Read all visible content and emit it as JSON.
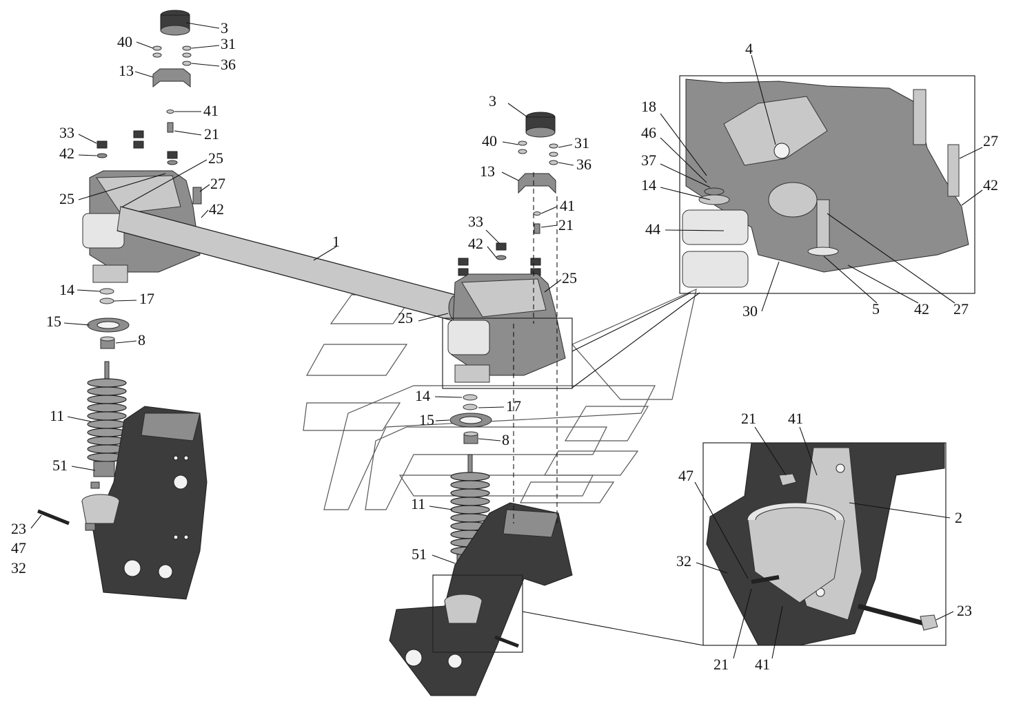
{
  "callouts": [
    {
      "id": "c-3-top",
      "text": "3"
    },
    {
      "id": "c-40-top",
      "text": "40"
    },
    {
      "id": "c-31-top",
      "text": "31"
    },
    {
      "id": "c-36-top",
      "text": "36"
    },
    {
      "id": "c-13-top",
      "text": "13"
    },
    {
      "id": "c-41-top",
      "text": "41"
    },
    {
      "id": "c-21-top",
      "text": "21"
    },
    {
      "id": "c-33-left",
      "text": "33"
    },
    {
      "id": "c-42-left",
      "text": "42"
    },
    {
      "id": "c-25-left-a",
      "text": "25"
    },
    {
      "id": "c-25-left-b",
      "text": "25"
    },
    {
      "id": "c-27-left",
      "text": "27"
    },
    {
      "id": "c-42-left-b",
      "text": "42"
    },
    {
      "id": "c-1",
      "text": "1"
    },
    {
      "id": "c-14-left",
      "text": "14"
    },
    {
      "id": "c-17-left",
      "text": "17"
    },
    {
      "id": "c-15-left",
      "text": "15"
    },
    {
      "id": "c-8-left",
      "text": "8"
    },
    {
      "id": "c-11-left",
      "text": "11"
    },
    {
      "id": "c-51-left",
      "text": "51"
    },
    {
      "id": "c-23-left",
      "text": "23"
    },
    {
      "id": "c-47-left",
      "text": "47"
    },
    {
      "id": "c-32-left",
      "text": "32"
    },
    {
      "id": "c-3-mid",
      "text": "3"
    },
    {
      "id": "c-40-mid",
      "text": "40"
    },
    {
      "id": "c-31-mid",
      "text": "31"
    },
    {
      "id": "c-13-mid",
      "text": "13"
    },
    {
      "id": "c-36-mid",
      "text": "36"
    },
    {
      "id": "c-41-mid",
      "text": "41"
    },
    {
      "id": "c-21-mid",
      "text": "21"
    },
    {
      "id": "c-33-mid",
      "text": "33"
    },
    {
      "id": "c-42-mid",
      "text": "42"
    },
    {
      "id": "c-25-mid-a",
      "text": "25"
    },
    {
      "id": "c-25-mid-b",
      "text": "25"
    },
    {
      "id": "c-14-mid",
      "text": "14"
    },
    {
      "id": "c-17-mid",
      "text": "17"
    },
    {
      "id": "c-15-mid",
      "text": "15"
    },
    {
      "id": "c-8-mid",
      "text": "8"
    },
    {
      "id": "c-11-mid",
      "text": "11"
    },
    {
      "id": "c-51-mid",
      "text": "51"
    },
    {
      "id": "c-4",
      "text": "4"
    },
    {
      "id": "c-18",
      "text": "18"
    },
    {
      "id": "c-46",
      "text": "46"
    },
    {
      "id": "c-37",
      "text": "37"
    },
    {
      "id": "c-14-det",
      "text": "14"
    },
    {
      "id": "c-44",
      "text": "44"
    },
    {
      "id": "c-27-det-a",
      "text": "27"
    },
    {
      "id": "c-42-det-a",
      "text": "42"
    },
    {
      "id": "c-30",
      "text": "30"
    },
    {
      "id": "c-5",
      "text": "5"
    },
    {
      "id": "c-42-det-b",
      "text": "42"
    },
    {
      "id": "c-27-det-b",
      "text": "27"
    },
    {
      "id": "c-21-det-top",
      "text": "21"
    },
    {
      "id": "c-41-det-top",
      "text": "41"
    },
    {
      "id": "c-47-det",
      "text": "47"
    },
    {
      "id": "c-2",
      "text": "2"
    },
    {
      "id": "c-32-det",
      "text": "32"
    },
    {
      "id": "c-23-det",
      "text": "23"
    },
    {
      "id": "c-21-det-bot",
      "text": "21"
    },
    {
      "id": "c-41-det-bot",
      "text": "41"
    }
  ]
}
